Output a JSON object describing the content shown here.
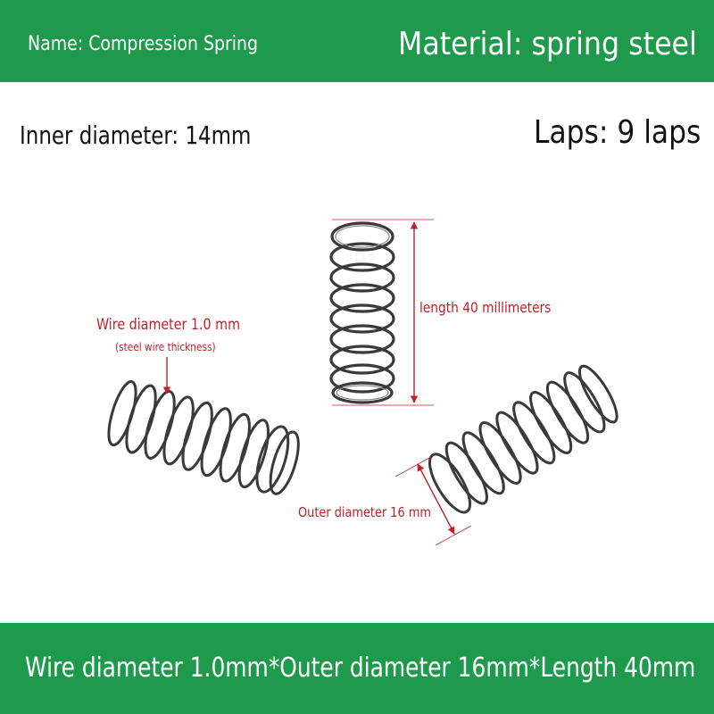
{
  "header": {
    "name_text": "Name: Compression Spring",
    "material_text": "Material: spring steel",
    "color": "#1f9a4d"
  },
  "specs": {
    "inner_diameter_text": "Inner diameter: 14mm",
    "laps_text": "Laps: 9 laps"
  },
  "annotations": {
    "length_text": "length 40 millimeters",
    "wire_text": "Wire diameter 1.0 mm",
    "wire_note_text": "(steel wire thickness)",
    "outer_text": "Outer diameter 16 mm",
    "color": "#c0202a"
  },
  "footer": {
    "summary_text": "Wire diameter 1.0mm*Outer diameter 16mm*Length 40mm"
  },
  "icons": [
    "compression-spring-icon",
    "dimension-arrow-icon"
  ]
}
